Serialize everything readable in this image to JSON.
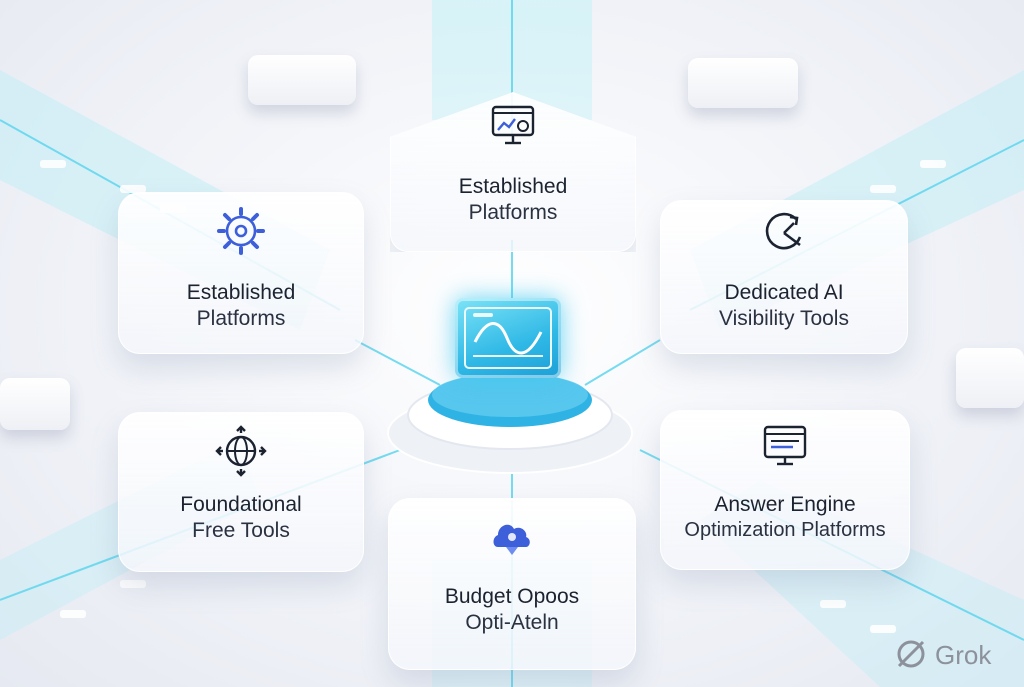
{
  "nodes": [
    {
      "id": "top",
      "line1": "Established",
      "line2": "Platforms",
      "icon": "monitor-chart-icon"
    },
    {
      "id": "left",
      "line1": "Established",
      "line2": "Platforms",
      "icon": "gear-icon"
    },
    {
      "id": "right",
      "line1": "Dedicated AI",
      "line2": "Visibility Tools",
      "icon": "circular-arrow-icon"
    },
    {
      "id": "bottom-left",
      "line1": "Foundational",
      "line2": "Free Tools",
      "icon": "globe-network-icon"
    },
    {
      "id": "bottom-right",
      "line1": "Answer Engine",
      "line2": "Optimization Platforms",
      "icon": "browser-window-icon"
    },
    {
      "id": "bottom",
      "line1": "Budget Opoos",
      "line2": "Opti-Ateln",
      "icon": "cloud-shield-icon"
    }
  ],
  "hub": {
    "icon": "wave-screen-icon"
  },
  "brand": {
    "name": "Grok",
    "icon": "grok-logo-icon"
  },
  "colors": {
    "accent": "#2fb8e6",
    "beam": "#9fe9f4",
    "icon_blue": "#3d5fd9"
  }
}
